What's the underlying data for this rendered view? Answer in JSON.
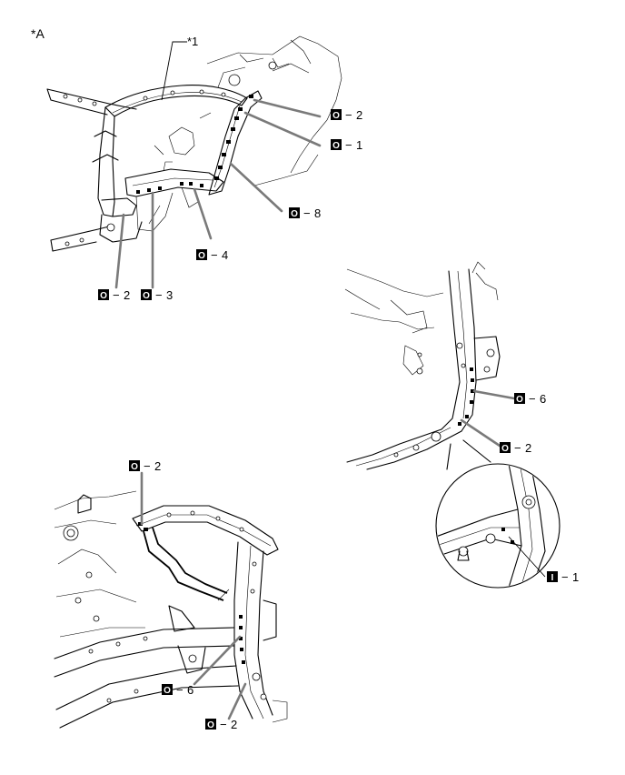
{
  "figure_label": "*A",
  "part_callout": "*1",
  "sep": "−",
  "callouts": {
    "c_top_2": {
      "sym": "O",
      "num": "2"
    },
    "c_top_1": {
      "sym": "O",
      "num": "1"
    },
    "c_top_8": {
      "sym": "O",
      "num": "8"
    },
    "c_top_4": {
      "sym": "O",
      "num": "4"
    },
    "c_top_2b": {
      "sym": "O",
      "num": "2"
    },
    "c_top_3": {
      "sym": "O",
      "num": "3"
    },
    "c_right_6": {
      "sym": "O",
      "num": "6"
    },
    "c_right_2": {
      "sym": "O",
      "num": "2"
    },
    "c_right_i1": {
      "sym": "I",
      "num": "1"
    },
    "c_bot_2a": {
      "sym": "O",
      "num": "2"
    },
    "c_bot_6": {
      "sym": "O",
      "num": "6"
    },
    "c_bot_2b": {
      "sym": "O",
      "num": "2"
    }
  },
  "colors": {
    "ink": "#000000",
    "leader": "#7a7a7a",
    "paper": "#ffffff"
  }
}
